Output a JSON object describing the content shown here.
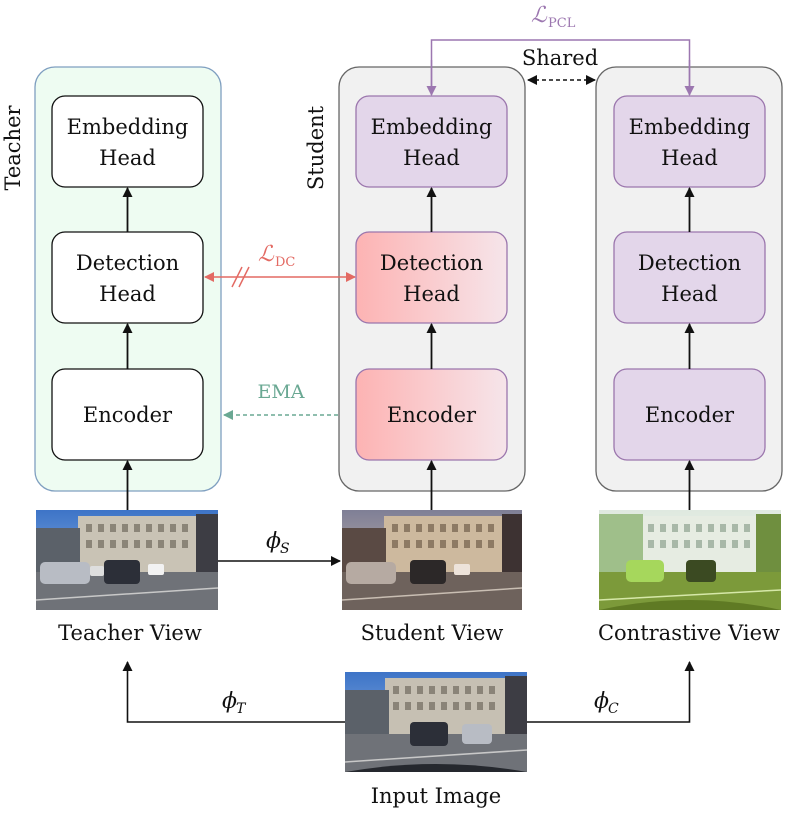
{
  "columns": {
    "teacher": {
      "side_label": "Teacher",
      "blocks": {
        "embedding": [
          "Embedding",
          "Head"
        ],
        "detection": [
          "Detection",
          "Head"
        ],
        "encoder": "Encoder"
      },
      "view_label": "Teacher View"
    },
    "student": {
      "side_label": "Student",
      "blocks": {
        "embedding": [
          "Embedding",
          "Head"
        ],
        "detection": [
          "Detection",
          "Head"
        ],
        "encoder": "Encoder"
      },
      "view_label": "Student View"
    },
    "contrastive": {
      "blocks": {
        "embedding": [
          "Embedding",
          "Head"
        ],
        "detection": [
          "Detection",
          "Head"
        ],
        "encoder": "Encoder"
      },
      "view_label": "Contrastive View"
    }
  },
  "connectors": {
    "pcl": {
      "symbol": "ℒ",
      "subscript": "PCL"
    },
    "shared": "Shared",
    "dc": {
      "symbol": "ℒ",
      "subscript": "DC"
    },
    "ema": "EMA",
    "phi_s": {
      "symbol": "ϕ",
      "subscript": "S"
    },
    "phi_t": {
      "symbol": "ϕ",
      "subscript": "T"
    },
    "phi_c": {
      "symbol": "ϕ",
      "subscript": "C"
    }
  },
  "input_label": "Input Image",
  "colors": {
    "teacher_bg": "#eefcf2",
    "teacher_border": "#7f9fc0",
    "student_bg": "#f1f1f1",
    "purple_fill": "#e3d6ea",
    "purple_stroke": "#9b76ad",
    "red_fill": "#fbb8b8",
    "dc_arrow": "#e36a63",
    "ema_arrow": "#6aa893",
    "pcl_arrow": "#9c77b0"
  }
}
